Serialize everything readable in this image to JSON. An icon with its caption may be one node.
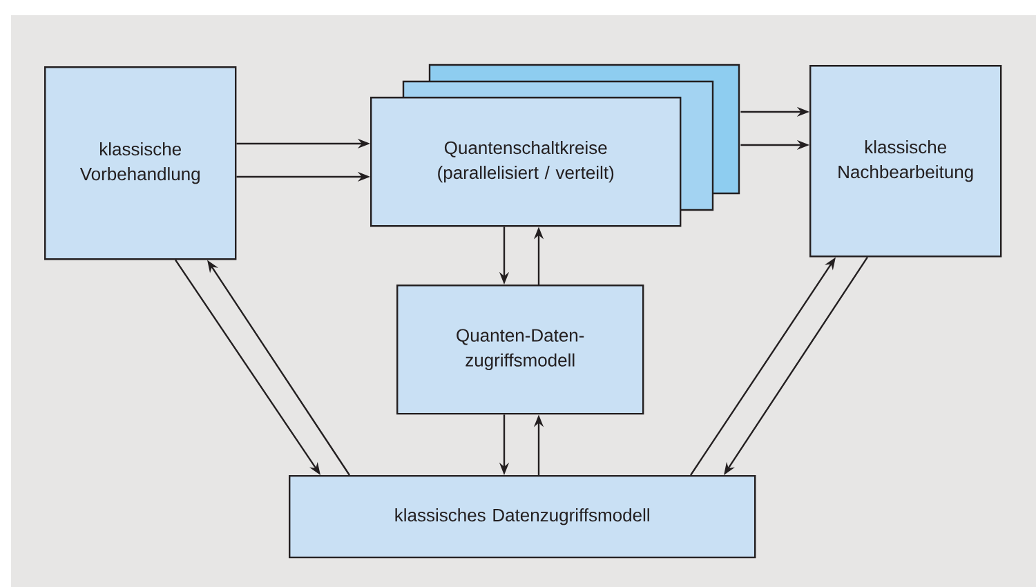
{
  "diagram": {
    "nodes": [
      {
        "text": [
          "klassische Vorbehandlung"
        ]
      },
      {
        "text": [
          "Quantenschaltkreise (parallelisiert / verteilt)"
        ]
      },
      {
        "text": [
          "klassische Nachbearbeitung"
        ]
      },
      {
        "text": [
          "Quanten-Daten- zugriffsmodell"
        ]
      },
      {
        "text": [
          "klassisches Datenzugriffsmodell"
        ]
      }
    ],
    "edges": [
      {
        "from": 0,
        "to": 1,
        "arrow": "to"
      },
      {
        "from": 0,
        "to": 1,
        "arrow": "to"
      },
      {
        "from": 1,
        "to": 2,
        "arrow": "to"
      },
      {
        "from": 1,
        "to": 2,
        "arrow": "to"
      },
      {
        "from": 1,
        "to": 3,
        "arrow": "to"
      },
      {
        "from": 3,
        "to": 1,
        "arrow": "to"
      },
      {
        "from": 3,
        "to": 4,
        "arrow": "to"
      },
      {
        "from": 4,
        "to": 3,
        "arrow": "to"
      },
      {
        "from": 0,
        "to": 4,
        "arrow": "to"
      },
      {
        "from": 4,
        "to": 0,
        "arrow": "to"
      },
      {
        "from": 4,
        "to": 2,
        "arrow": "to"
      },
      {
        "from": 2,
        "to": 4,
        "arrow": "to"
      }
    ]
  }
}
